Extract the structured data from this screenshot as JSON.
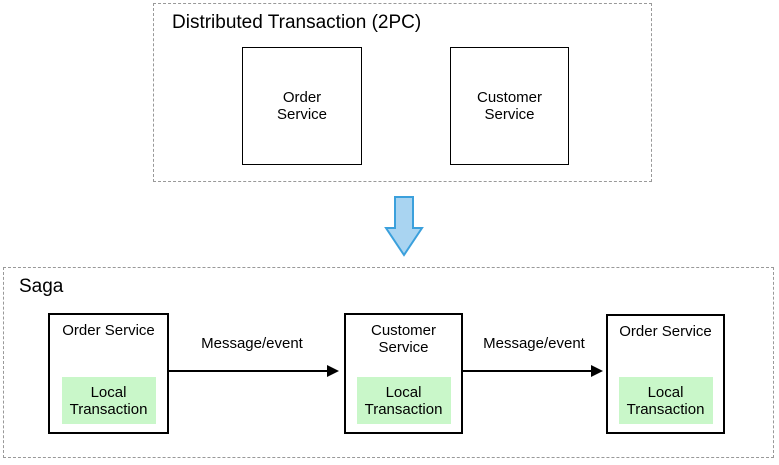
{
  "colors": {
    "green_fill": "#C9F7C9",
    "arrow_fill": "#A9D4F1",
    "arrow_stroke": "#3BA0DC",
    "dashed_border": "#999999",
    "box_border": "#000000"
  },
  "two_pc": {
    "title": "Distributed Transaction (2PC)",
    "services": [
      {
        "lines": [
          "Order",
          "Service"
        ]
      },
      {
        "lines": [
          "Customer",
          "Service"
        ]
      }
    ]
  },
  "transition": {
    "arrow_icon": "down-block-arrow"
  },
  "saga": {
    "title": "Saga",
    "services": [
      {
        "lines": [
          "Order",
          "Service"
        ],
        "local_tx_lines": [
          "Local",
          "Transaction"
        ]
      },
      {
        "lines": [
          "Customer",
          "Service"
        ],
        "local_tx_lines": [
          "Local",
          "Transaction"
        ]
      },
      {
        "lines": [
          "Order",
          "Service"
        ],
        "local_tx_lines": [
          "Local",
          "Transaction"
        ]
      }
    ],
    "edges": [
      {
        "label": "Message/event"
      },
      {
        "label": "Message/event"
      }
    ]
  }
}
